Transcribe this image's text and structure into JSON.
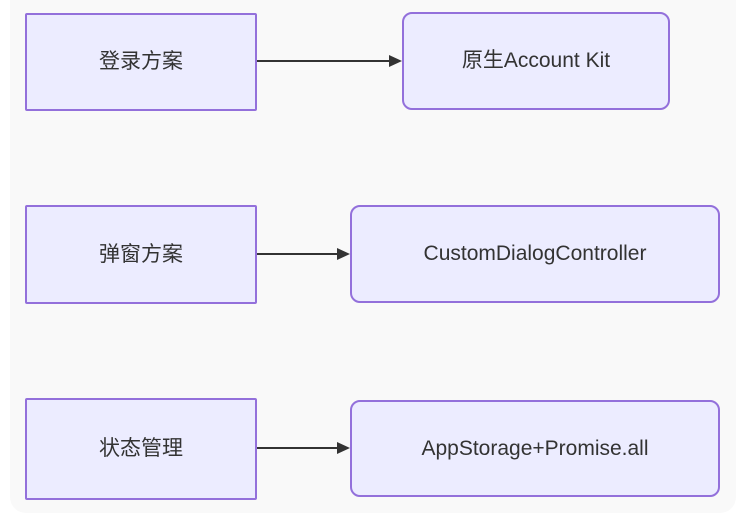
{
  "diagram": {
    "type": "flowchart-LR",
    "colors": {
      "canvas_bg": "#f9f9f9",
      "node_fill": "#ececff",
      "node_border": "#9370db",
      "arrow": "#333333",
      "text": "#333333"
    },
    "rows": [
      {
        "source": "登录方案",
        "target": "原生Account Kit"
      },
      {
        "source": "弹窗方案",
        "target": "CustomDialogController"
      },
      {
        "source": "状态管理",
        "target": "AppStorage+Promise.all"
      }
    ]
  }
}
